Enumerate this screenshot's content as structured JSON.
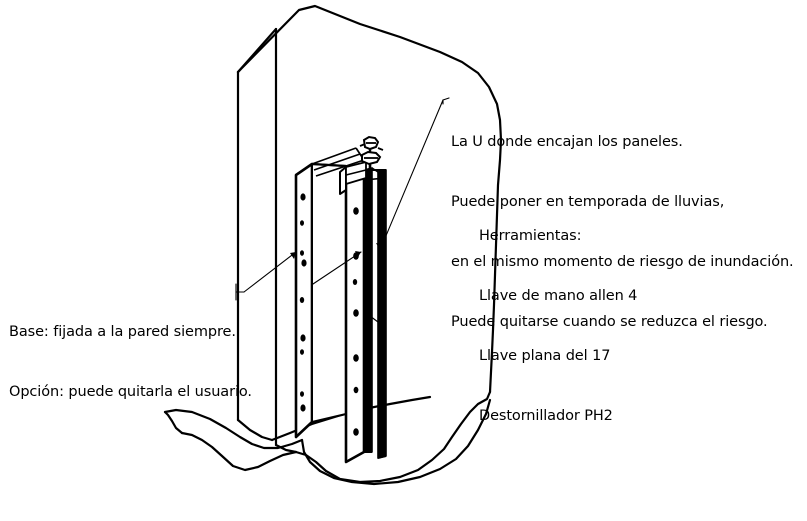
{
  "document": {
    "title": "Diagrama de instalación de base y perfil en U para paneles antiinundación",
    "language": "es",
    "line_color": "#000000",
    "background_color": "#ffffff",
    "text_color": "#000000"
  },
  "annotations": {
    "right_callout": {
      "name": "u-profile-callout",
      "leader_from": "panel-u-profile-post",
      "lines": [
        "La U donde encajan los paneles.",
        "Puede poner en temporada de lluvias,",
        "en el mismo momento de riesgo de inundación.",
        "Puede quitarse cuando se reduzca el riesgo."
      ]
    },
    "tools_callout": {
      "name": "tools-list",
      "heading": "Herramientas:",
      "items": [
        "Llave de mano allen 4",
        "Llave plana del 17",
        "Destornillador PH2"
      ]
    },
    "left_callout": {
      "name": "base-callout",
      "leader_from": "wall-fixed-base-plate",
      "lines": [
        "Base: fijada a la pared siempre.",
        "Opción: puede quitarla el usuario."
      ]
    }
  },
  "drawing_parts": {
    "wall": "wall-outline",
    "wall_corner": "wall-corner-edge",
    "ground": "ground-outline",
    "base_plate": "wall-fixed-base-plate",
    "u_profile": "panel-u-profile-post",
    "bolt": "hex-bolt-assembly",
    "hole_count_base": 9,
    "hole_count_u": 7
  }
}
